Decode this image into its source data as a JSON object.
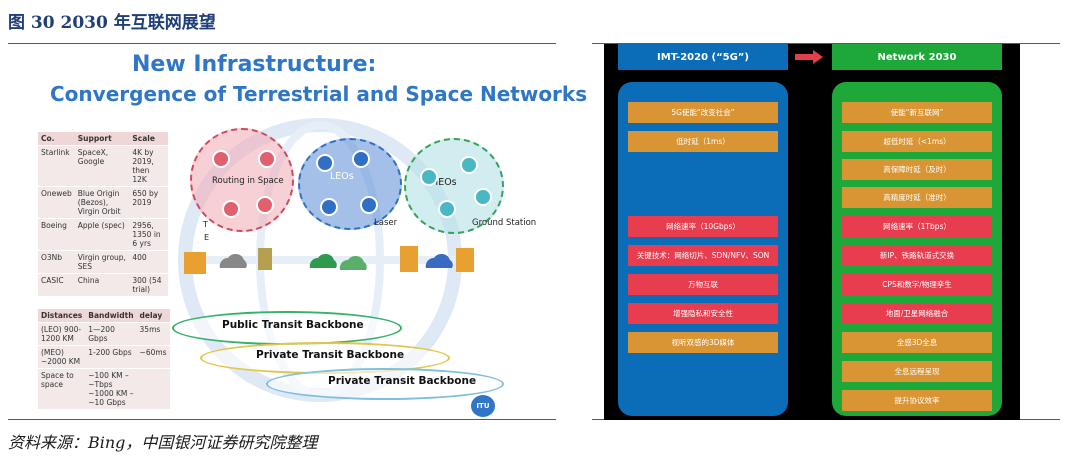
{
  "figure": {
    "title": "图 30   2030 年互联网展望",
    "source": "资料来源：Bing，中国银河证券研究院整理"
  },
  "left": {
    "heading_line1": "New Infrastructure:",
    "heading_line2": "Convergence of Terrestrial and Space Networks",
    "operators_table": {
      "headers": [
        "Co.",
        "Support",
        "Scale"
      ],
      "rows": [
        [
          "Starlink",
          "SpaceX, Google",
          "4K by 2019, then 12K"
        ],
        [
          "Oneweb",
          "Blue Origin (Bezos), Virgin Orbit",
          "650 by 2019"
        ],
        [
          "Boeing",
          "Apple (spec)",
          "2956, 1350 in 6 yrs"
        ],
        [
          "O3Nb",
          "Virgin group, SES",
          "400"
        ],
        [
          "CASIC",
          "China",
          "300 (54 trial)"
        ]
      ]
    },
    "distance_table": {
      "headers": [
        "Distances",
        "Bandwidth",
        "delay"
      ],
      "rows": [
        [
          "(LEO) 900-1200 KM",
          "1—200 Gbps",
          "35ms"
        ],
        [
          "(MEO) ~2000 KM",
          "1-200 Gbps",
          "~60ms"
        ],
        [
          "Space to space",
          "~100 KM – ~Tbps ~1000 KM – ~10 Gbps",
          ""
        ]
      ]
    },
    "clouds": {
      "routing": "Routing in Space",
      "leo": "LEOs",
      "meo": "MEOs"
    },
    "labels": {
      "laser": "Laser",
      "ground_station": "Ground Station",
      "t": "T",
      "e": "E"
    },
    "backbones": [
      "Public Transit Backbone",
      "Private Transit Backbone",
      "Private Transit Backbone"
    ],
    "logo": "ITU"
  },
  "right": {
    "col1": {
      "header": "IMT-2020 (“5G”)",
      "items": [
        {
          "text": "5G使能“改变社会”",
          "kind": "o"
        },
        {
          "text": "低时延（1ms）",
          "kind": "o"
        },
        {
          "text": "网络速率（10Gbps）",
          "kind": "r"
        },
        {
          "text": "关键技术：网络切片、SDN/NFV、SON",
          "kind": "r"
        },
        {
          "text": "万物互联",
          "kind": "r"
        },
        {
          "text": "增强隐私和安全性",
          "kind": "r"
        },
        {
          "text": "视听双感的3D媒体",
          "kind": "o"
        }
      ]
    },
    "col2": {
      "header": "Network 2030",
      "items": [
        {
          "text": "使能“新互联网”",
          "kind": "o"
        },
        {
          "text": "超低时延（<1ms）",
          "kind": "o"
        },
        {
          "text": "高保障时延（及时）",
          "kind": "o"
        },
        {
          "text": "高精度时延（准时）",
          "kind": "o"
        },
        {
          "text": "网络速率（1Tbps）",
          "kind": "r"
        },
        {
          "text": "新IP、铁路轨道式交换",
          "kind": "r"
        },
        {
          "text": "CPS和数字/物理孪生",
          "kind": "r"
        },
        {
          "text": "地面/卫星网络融合",
          "kind": "r"
        },
        {
          "text": "全感3D全息",
          "kind": "o"
        },
        {
          "text": "全息远程呈现",
          "kind": "o"
        },
        {
          "text": "提升协议效率",
          "kind": "o"
        }
      ]
    },
    "colors": {
      "col1": "#0b6db8",
      "col2": "#1ea83a",
      "arrow": "#e0404a"
    }
  }
}
